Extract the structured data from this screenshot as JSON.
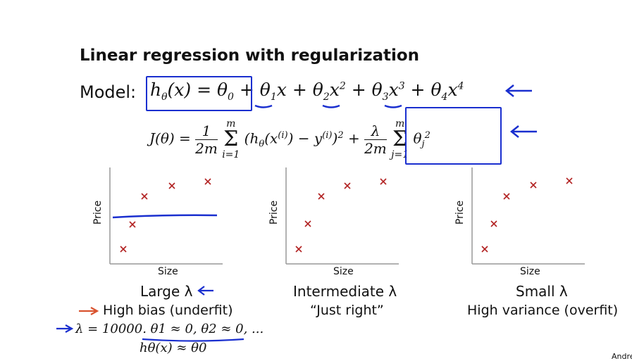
{
  "slide": {
    "title": "Linear regression with regularization",
    "model_label": "Model:",
    "model_equation": "hθ(x) = θ0 + θ1x + θ2x² + θ3x³ + θ4x⁴",
    "cost_equation": "J(θ) = 1/2m Σ(i=1..m) (hθ(x(i)) − y(i))² + λ/2m Σ(j=1..m) θj²",
    "watermark": "Andre"
  },
  "plots": [
    {
      "xlabel": "Size",
      "ylabel": "Price",
      "caption": "Large λ",
      "sub1": "High bias (underfit)",
      "sub2": "λ = 10000. θ1 ≈ 0, θ2 ≈ 0, ...",
      "sub3": "hθ(x) ≈ θ0"
    },
    {
      "xlabel": "Size",
      "ylabel": "Price",
      "caption": "Intermediate λ",
      "sub1": "“Just right”"
    },
    {
      "xlabel": "Size",
      "ylabel": "Price",
      "caption": "Small λ",
      "sub1": "High variance (overfit)"
    }
  ],
  "colors": {
    "annotation": "#1a2fcf",
    "points": "#b22222",
    "arrow_red": "#d9532f"
  },
  "icons": [
    "arrow-left-icon",
    "arrow-right-icon"
  ]
}
